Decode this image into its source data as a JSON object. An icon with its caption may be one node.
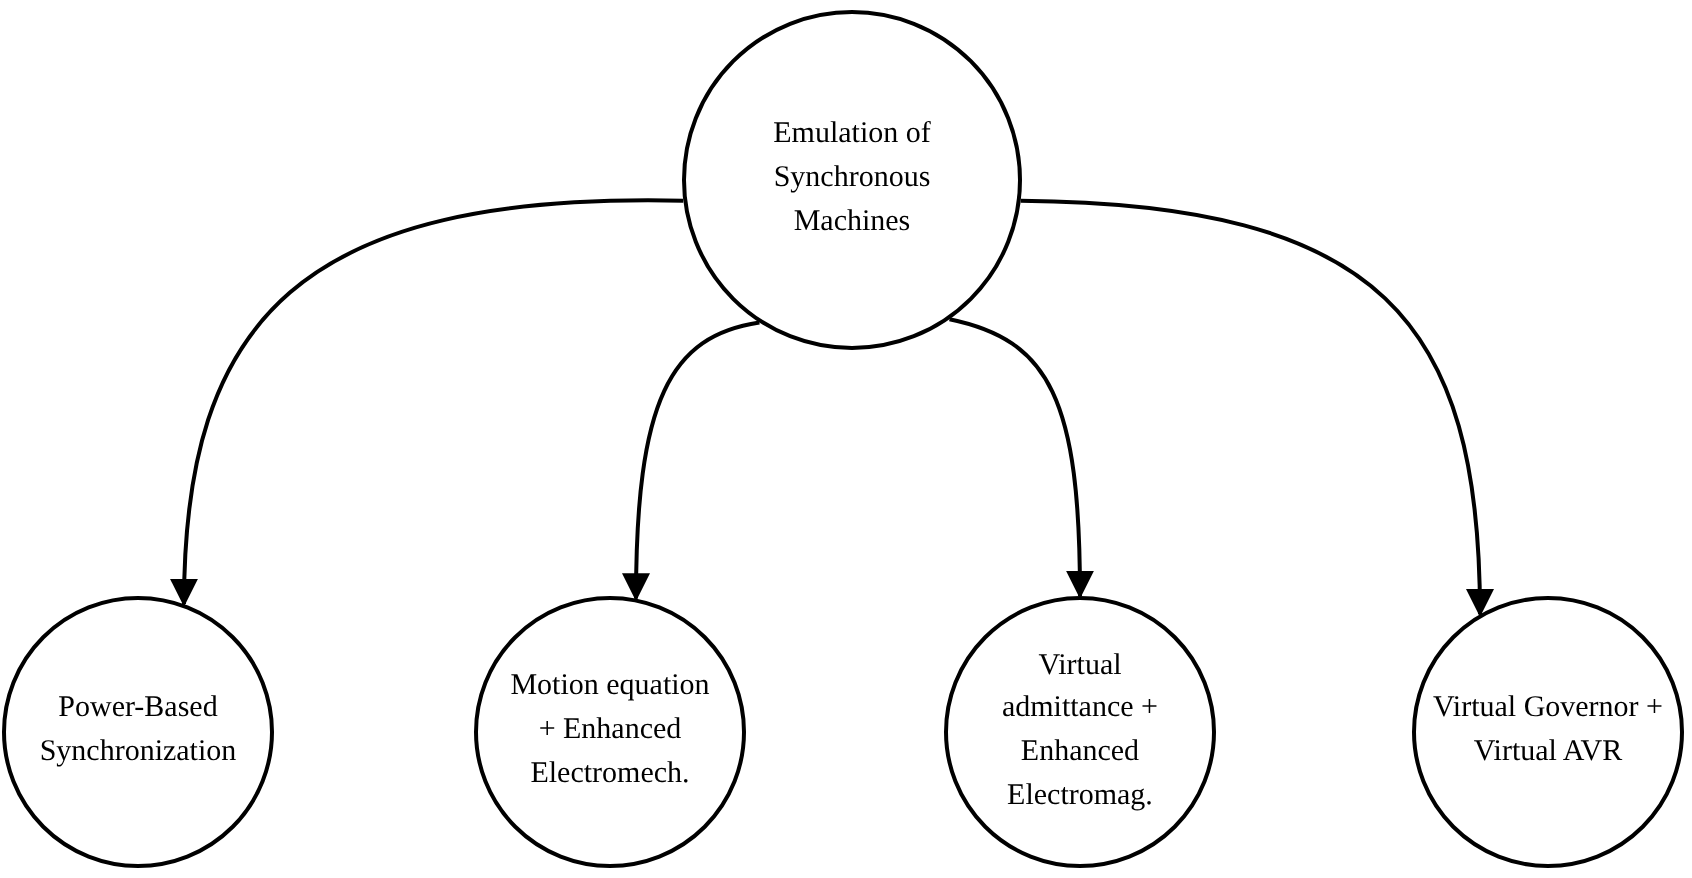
{
  "diagram": {
    "nodes": [
      {
        "text": [
          "Emulation of Synchronous Machines"
        ]
      },
      {
        "text": [
          "Power-Based Synchronization"
        ]
      },
      {
        "text": [
          "Motion equation + Enhanced Electromech."
        ]
      },
      {
        "text": [
          "Virtual admittance + Enhanced Electromag."
        ]
      },
      {
        "text": [
          "Virtual Governor + Virtual AVR"
        ]
      }
    ],
    "edges": [
      {
        "from": 0,
        "to": 1,
        "arrow": "to"
      },
      {
        "from": 0,
        "to": 2,
        "arrow": "to"
      },
      {
        "from": 0,
        "to": 3,
        "arrow": "to"
      },
      {
        "from": 0,
        "to": 4,
        "arrow": "to"
      }
    ]
  }
}
